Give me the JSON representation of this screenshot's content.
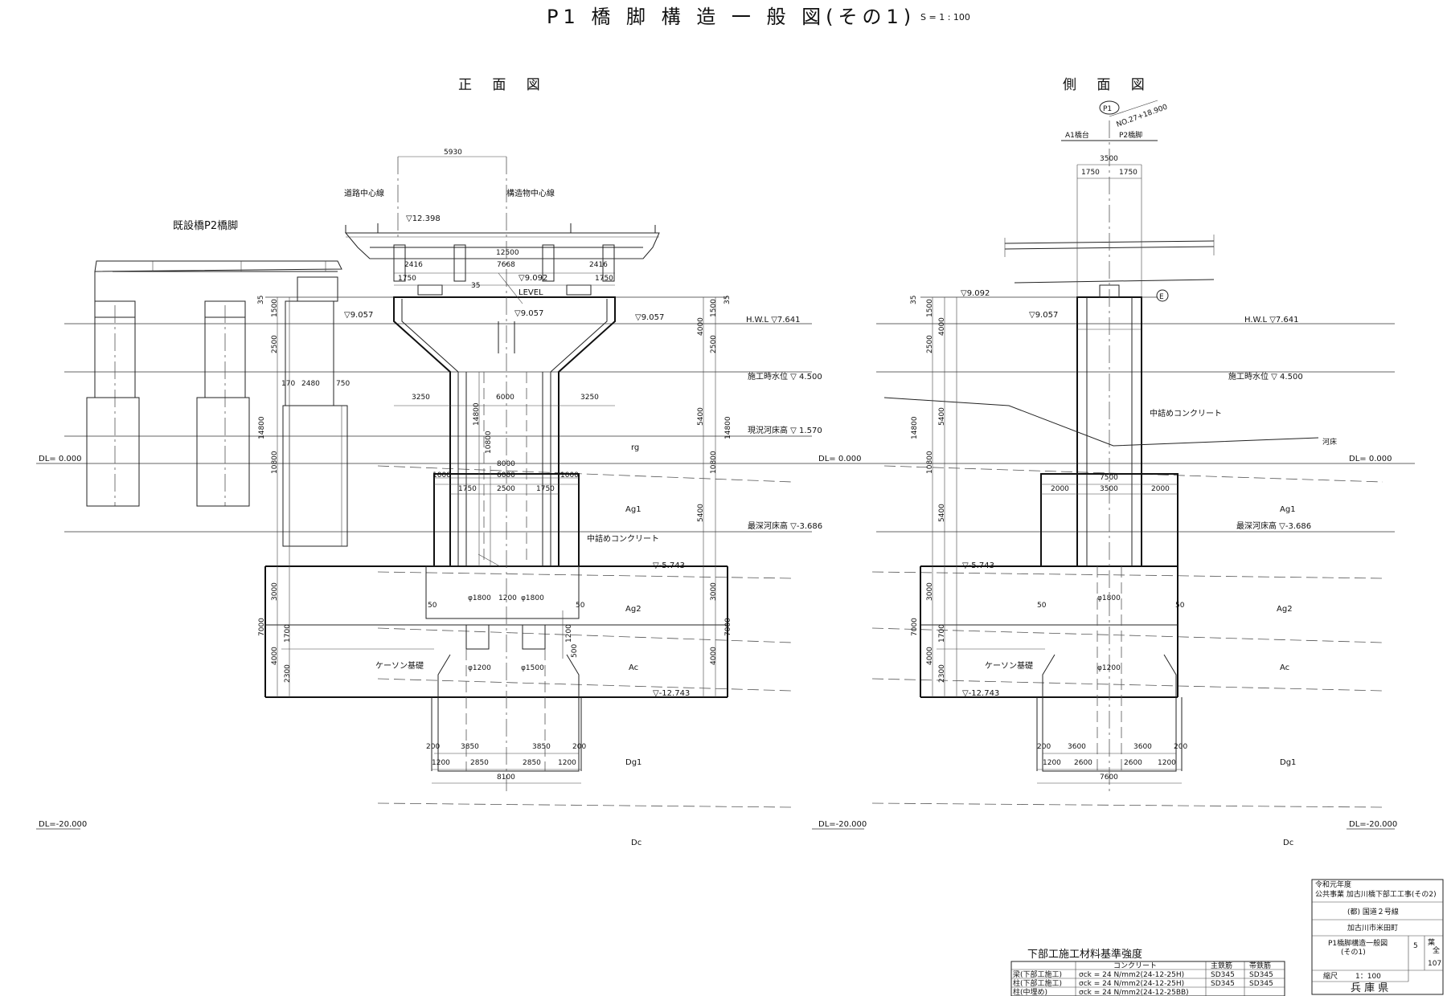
{
  "title": {
    "main": "P1 橋 脚 構 造 一 般 図(その1)",
    "scale": "S = 1 : 100"
  },
  "views": {
    "front": "正 面 図",
    "side": "側 面 図"
  },
  "front": {
    "existing_pier": "既設橋P2橋脚",
    "road_center": "道路中心線",
    "structure_center": "構造物中心線",
    "level": "LEVEL",
    "elev_top": "▽12.398",
    "elev_bearing": "▽9.092",
    "elev_left": "▽9.057",
    "elev_mid": "▽9.057",
    "elev_right": "▽9.057",
    "elev_footing": "▽-5.743",
    "elev_bottom": "▽-12.743",
    "fill_concrete": "中詰めコンクリート",
    "caisson": "ケーソン基礎",
    "rg": "rg",
    "dims": {
      "d5930": "5930",
      "d12500": "12500",
      "d2416a": "2416",
      "d7668": "7668",
      "d2416b": "2416",
      "d1750a": "1750",
      "d35": "35",
      "d1750b": "1750",
      "d170": "170",
      "d2480": "2480",
      "d750": "750",
      "d3250a": "3250",
      "d6000a": "6000",
      "d3250b": "3250",
      "d14800": "14800",
      "d10800": "10800",
      "d8000": "8000",
      "d6000b": "6000",
      "d1000a": "1000",
      "d1000b": "1000",
      "d1750c": "1750",
      "d2500": "2500",
      "d1750d": "1750",
      "phi1800a": "φ1800",
      "d1200": "1200",
      "phi1800b": "φ1800",
      "d50a": "50",
      "d50b": "50",
      "phi1200": "φ1200",
      "phi1500": "φ1500",
      "d1200b": "1200",
      "d500": "500",
      "d200a": "200",
      "d3850a": "3850",
      "d3850b": "3850",
      "d200b": "200",
      "d1200c": "1200",
      "d2850a": "2850",
      "d2850b": "2850",
      "d1200d": "1200",
      "d8100": "8100",
      "l1500": "1500",
      "l2500": "2500",
      "l14800": "14800",
      "l10800": "10800",
      "l3000": "3000",
      "l7000": "7000",
      "l1700": "1700",
      "l4000": "4000",
      "l2300": "2300",
      "l35": "35",
      "r35": "35",
      "r1500": "1500",
      "r4000a": "4000",
      "r2500": "2500",
      "r5400a": "5400",
      "r14800": "14800",
      "r10800": "10800",
      "r5400b": "5400",
      "r3000": "3000",
      "r7000": "7000",
      "r4000b": "4000"
    }
  },
  "side": {
    "p1": "P1",
    "station": "NO.27+18.900",
    "a1": "A1橋台",
    "p2": "P2橋脚",
    "e_mark": "E",
    "elev_top": "▽9.092",
    "elev_a": "▽9.057",
    "elev_footing": "▽-5.743",
    "elev_bottom": "▽-12.743",
    "fill_concrete": "中詰めコンクリート",
    "caisson": "ケーソン基礎",
    "small": "河床",
    "dims": {
      "d3500a": "3500",
      "d1750a": "1750",
      "d1750b": "1750",
      "d7500": "7500",
      "d2000a": "2000",
      "d3500b": "3500",
      "d2000b": "2000",
      "phi1800": "φ1800",
      "d50a": "50",
      "d50b": "50",
      "phi1200": "φ1200",
      "d200a": "200",
      "d3600a": "3600",
      "d3600b": "3600",
      "d200b": "200",
      "d1200a": "1200",
      "d2600a": "2600",
      "d2600b": "2600",
      "d1200b": "1200",
      "d7600": "7600",
      "l35": "35",
      "l1500": "1500",
      "l4000a": "4000",
      "l2500": "2500",
      "l5400a": "5400",
      "l14800": "14800",
      "l10800": "10800",
      "l5400b": "5400",
      "l3000": "3000",
      "l7000": "7000",
      "l1700": "1700",
      "l4000b": "4000",
      "l2300": "2300"
    }
  },
  "water_levels": {
    "hwl": "H.W.L ▽7.641",
    "construction": "施工時水位  ▽ 4.500",
    "riverbed_now": "現況河床高  ▽ 1.570",
    "riverbed_deep": "最深河床高  ▽-3.686",
    "side_hwl": "H.W.L ▽7.641",
    "side_construction": "施工時水位  ▽ 4.500",
    "side_riverbed_deep": "最深河床高  ▽-3.686"
  },
  "datum": {
    "dl0_left": "DL= 0.000",
    "dl0_mid": "DL= 0.000",
    "dl0_right": "DL= 0.000",
    "dl20_left": "DL=-20.000",
    "dl20_mid": "DL=-20.000",
    "dl20_right": "DL=-20.000"
  },
  "soil_layers": {
    "front": [
      "Ag1",
      "Ag2",
      "Ac",
      "Dg1",
      "Dc"
    ],
    "side": [
      "Ag1",
      "Ag2",
      "Ac",
      "Dg1",
      "Dc"
    ]
  },
  "materials_table": {
    "title": "下部工施工材料基準強度",
    "headers": [
      "",
      "コンクリート",
      "主鉄筋",
      "帯鉄筋"
    ],
    "rows": [
      [
        "梁(下部工施工)",
        "σck = 24 N/mm2(24-12-25H)",
        "SD345",
        "SD345"
      ],
      [
        "柱(下部工施工)",
        "σck = 24 N/mm2(24-12-25H)",
        "SD345",
        "SD345"
      ],
      [
        "柱(中埋め)",
        "σck = 24 N/mm2(24-12-25BB)",
        "",
        ""
      ]
    ]
  },
  "title_block": {
    "year": "令和元年度",
    "project": "公共事業  加古川橋下部工工事(その2)",
    "route": "(都) 国道２号線",
    "location": "加古川市米田町",
    "drawing_name": "P1橋脚構造一般図",
    "drawing_sub": "(その1)",
    "sheet_no": "5",
    "sheet_label": "葉",
    "sheet_total_label": "全",
    "sheet_total": "107",
    "scale_label": "縮尺",
    "scale_value": "1：100",
    "owner": "兵 庫 県"
  }
}
